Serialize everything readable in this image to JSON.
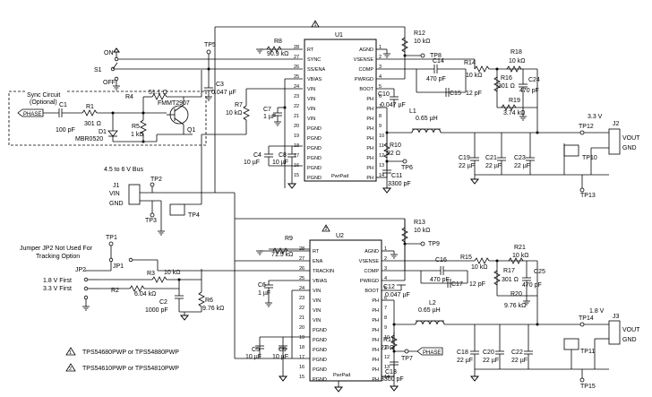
{
  "u1": {
    "ref": "U1",
    "pins_left": [
      {
        "n": "28",
        "name": "RT"
      },
      {
        "n": "27",
        "name": "SYNC"
      },
      {
        "n": "26",
        "name": "SS/ENA"
      },
      {
        "n": "25",
        "name": "VBIAS"
      },
      {
        "n": "24",
        "name": "VIN"
      },
      {
        "n": "23",
        "name": "VIN"
      },
      {
        "n": "22",
        "name": "VIN"
      },
      {
        "n": "21",
        "name": "VIN"
      },
      {
        "n": "20",
        "name": "PGND"
      },
      {
        "n": "19",
        "name": "PGND"
      },
      {
        "n": "18",
        "name": "PGND"
      },
      {
        "n": "17",
        "name": "PGND"
      },
      {
        "n": "16",
        "name": "PGND"
      },
      {
        "n": "15",
        "name": "PGND"
      }
    ],
    "pins_right": [
      {
        "n": "1",
        "name": "AGND"
      },
      {
        "n": "2",
        "name": "VSENSE"
      },
      {
        "n": "3",
        "name": "COMP"
      },
      {
        "n": "4",
        "name": "PWRGD"
      },
      {
        "n": "5",
        "name": "BOOT"
      },
      {
        "n": "6",
        "name": "PH"
      },
      {
        "n": "7",
        "name": "PH"
      },
      {
        "n": "8",
        "name": "PH"
      },
      {
        "n": "9",
        "name": "PH"
      },
      {
        "n": "10",
        "name": "PH"
      },
      {
        "n": "11",
        "name": "PH"
      },
      {
        "n": "12",
        "name": "PH"
      },
      {
        "n": "13",
        "name": "PH"
      },
      {
        "n": "14",
        "name": "PH"
      }
    ],
    "pad": "PwrPad"
  },
  "u2": {
    "ref": "U2",
    "pins_left": [
      {
        "n": "28",
        "name": "RT"
      },
      {
        "n": "27",
        "name": "ENA"
      },
      {
        "n": "26",
        "name": "TRACKIN"
      },
      {
        "n": "25",
        "name": "VBIAS"
      },
      {
        "n": "24",
        "name": "VIN"
      },
      {
        "n": "23",
        "name": "VIN"
      },
      {
        "n": "22",
        "name": "VIN"
      },
      {
        "n": "21",
        "name": "VIN"
      },
      {
        "n": "20",
        "name": "PGND"
      },
      {
        "n": "19",
        "name": "PGND"
      },
      {
        "n": "18",
        "name": "PGND"
      },
      {
        "n": "17",
        "name": "PGND"
      },
      {
        "n": "16",
        "name": "PGND"
      },
      {
        "n": "15",
        "name": "PGND"
      }
    ],
    "pins_right": [
      {
        "n": "1",
        "name": "AGND"
      },
      {
        "n": "2",
        "name": "VSENSE"
      },
      {
        "n": "3",
        "name": "COMP"
      },
      {
        "n": "4",
        "name": "PWRGD"
      },
      {
        "n": "5",
        "name": "BOOT"
      },
      {
        "n": "6",
        "name": "PH"
      },
      {
        "n": "7",
        "name": "PH"
      },
      {
        "n": "8",
        "name": "PH"
      },
      {
        "n": "9",
        "name": "PH"
      },
      {
        "n": "10",
        "name": "PH"
      },
      {
        "n": "11",
        "name": "PH"
      },
      {
        "n": "12",
        "name": "PH"
      },
      {
        "n": "13",
        "name": "PH"
      },
      {
        "n": "14",
        "name": "PH"
      }
    ],
    "pad": "PwrPad"
  },
  "labels": {
    "sync_circuit": "Sync Circuit",
    "optional": "(Optional)",
    "phase": "PHASE",
    "c1": "C1",
    "c1_val": "100 pF",
    "r1": "R1",
    "r1_val": "301 Ω",
    "d1": "D1",
    "d1_part": "MBR0520",
    "r4": "R4",
    "r4_val": "51.1 Ω",
    "q1_part": "FMMT2907",
    "q1": "Q1",
    "r5": "R5",
    "r5_val": "1 kΩ",
    "on": "ON",
    "off": "OFF",
    "s1": "S1",
    "tp5": "TP5",
    "c3": "C3",
    "c3_val": "0.047 µF",
    "r8": "R8",
    "r8_val": "90.9 kΩ",
    "r7": "R7",
    "r7_val": "10 kΩ",
    "c7": "C7",
    "c7_val": "1 µF",
    "c4": "C4",
    "c4_val": "10 µF",
    "c8": "C8",
    "c8_val": "10 µF",
    "r12": "R12",
    "r12_val": "10 kΩ",
    "tp8": "TP8",
    "c14": "C14",
    "c14_val": "470 pF",
    "r14": "R14",
    "r14_val": "10 kΩ",
    "r18": "R18",
    "r18_val": "10 kΩ",
    "r16": "R16",
    "r16_val": "301 Ω",
    "c24": "C24",
    "c24_val": "470 pF",
    "c15": "C15",
    "c15_val": "12 pF",
    "r19": "R19",
    "r19_val": "3.74 kΩ",
    "c10": "C10",
    "c10_val": "0.047 µF",
    "l1": "L1",
    "l1_val": "0.65 µH",
    "r10": "R10",
    "r10_val": "22 Ω",
    "tp6": "TP6",
    "c11": "C11",
    "c11_val": "3300 pF",
    "c19": "C19",
    "c19_val": "22 µF",
    "c21": "C21",
    "c21_val": "22 µF",
    "c23": "C23",
    "c23_val": "22 µF",
    "v33": "3.3 V",
    "tp12": "TP12",
    "j2": "J2",
    "tp10": "TP10",
    "tp13": "TP13",
    "vout": "VOUT",
    "gnd": "GND",
    "bus": "4.5 to 6 V Bus",
    "j1": "J1",
    "vin": "VIN",
    "tp2": "TP2",
    "tp3": "TP3",
    "tp4": "TP4",
    "jumper1": "Jumper JP2 Not Used For",
    "jumper2": "Tracking Option",
    "tp1": "TP1",
    "jp1": "JP1",
    "jp2": "JP2",
    "v18_first": "1.8 V First",
    "v33_first": "3.3 V First",
    "r3": "R3",
    "r3_val": "10 kΩ",
    "r2": "R2",
    "r2_val": "6.04 kΩ",
    "c2": "C2",
    "c2_val": "1000 pF",
    "r6": "R6",
    "r6_val": "9.76 kΩ",
    "r9": "R9",
    "r9_val": "71.5 kΩ",
    "c6": "C6",
    "c6_val": "1 µF",
    "c5": "C5",
    "c5_val": "10 µF",
    "c9": "C9",
    "c9_val": "10 µF",
    "r13": "R13",
    "r13_val": "10 kΩ",
    "tp9": "TP9",
    "c16": "C16",
    "c16_val": "470 pF",
    "r15": "R15",
    "r15_val": "10 kΩ",
    "r21": "R21",
    "r21_val": "10 kΩ",
    "r17": "R17",
    "r17_val": "301 Ω",
    "c25": "C25",
    "c25_val": "470 pF",
    "c17": "C17",
    "c17_val": "12 pF",
    "r20": "R20",
    "r20_val": "9.76 kΩ",
    "c12": "C12",
    "c12_val": "0.047 µF",
    "l2": "L2",
    "l2_val": "0.65 µH",
    "r11": "R11",
    "r11_val": "22 Ω",
    "tp7": "TP7",
    "phase2": "PHASE",
    "c13": "C13",
    "c13_val": "3300 pF",
    "c18": "C18",
    "c18_val": "22 µF",
    "c20": "C20",
    "c20_val": "22 µF",
    "c22": "C22",
    "c22_val": "22 µF",
    "v18": "1.8 V",
    "tp14": "TP14",
    "j3": "J3",
    "tp11": "TP11",
    "tp15": "TP15",
    "note1_sym": "1",
    "note1": "TPS54680PWP or TPS54880PWP",
    "note2_sym": "2",
    "note2": "TPS54610PWP or TPS54810PWP"
  }
}
